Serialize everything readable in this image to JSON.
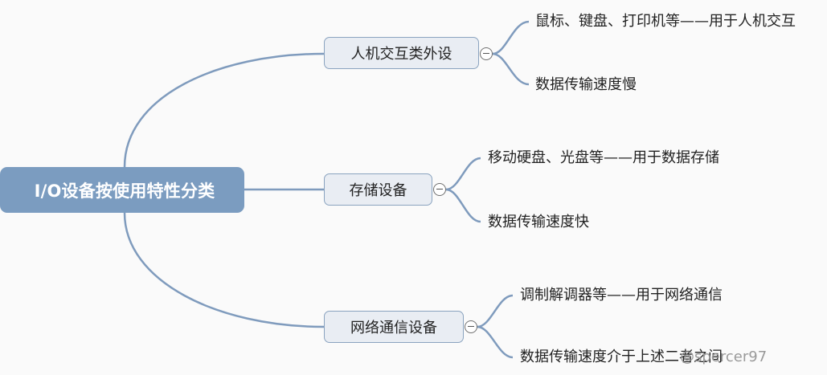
{
  "root": {
    "label": "I/O设备按使用特性分类"
  },
  "topics": [
    {
      "label": "人机交互类外设",
      "leaves": [
        "鼠标、键盘、打印机等——用于人机交互",
        "数据传输速度慢"
      ]
    },
    {
      "label": "存储设备",
      "leaves": [
        "移动硬盘、光盘等——用于数据存储",
        "数据传输速度快"
      ]
    },
    {
      "label": "网络通信设备",
      "leaves": [
        "调制解调器等——用于网络通信",
        "数据传输速度介于上述二者之间"
      ]
    }
  ],
  "watermark": "@spercer97",
  "colors": {
    "root_fill": "#7b9cc0",
    "topic_fill": "#e9edf3",
    "topic_border": "#8aa3bf",
    "connector": "#7f9bbd",
    "background": "#fafafa"
  }
}
